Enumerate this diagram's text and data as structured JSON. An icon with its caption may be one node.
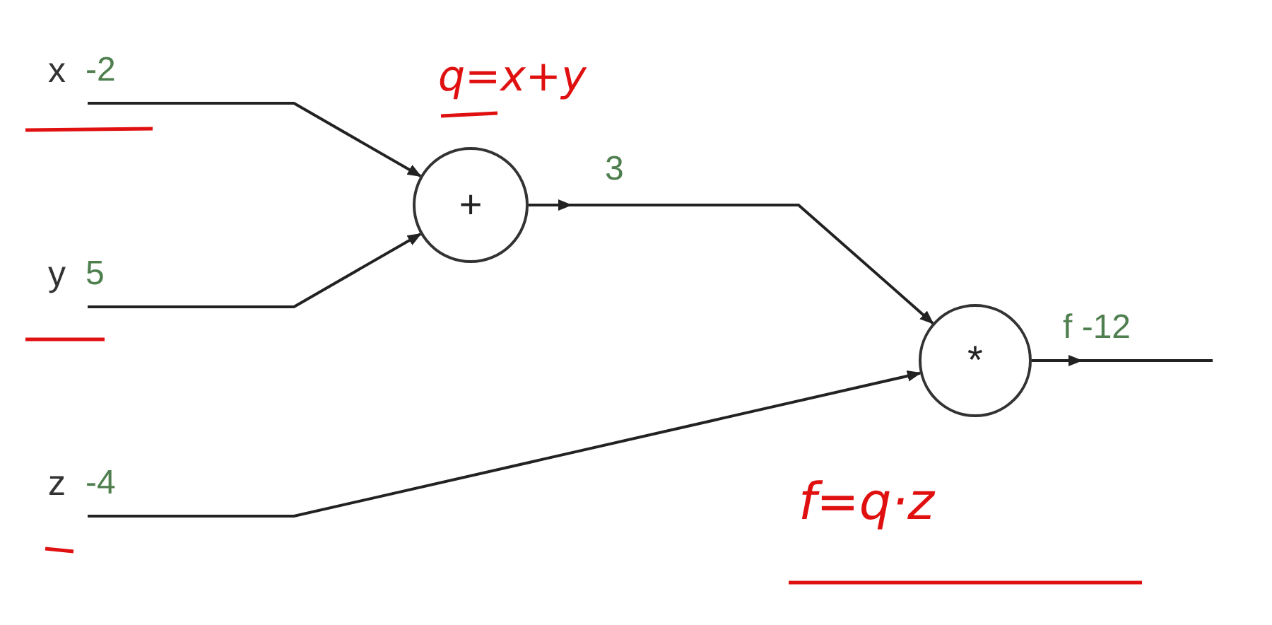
{
  "diagram": {
    "nodes": [
      {
        "text": [
          "x"
        ],
        "beside": [
          "-2"
        ]
      },
      {
        "text": [
          "y"
        ],
        "beside": [
          "5"
        ]
      },
      {
        "text": [
          "z"
        ],
        "beside": [
          "-4"
        ]
      },
      {
        "text": [
          "+"
        ]
      },
      {
        "text": [
          "*"
        ]
      }
    ],
    "edges": [
      {
        "from": 0,
        "to": 3,
        "arrow": "to"
      },
      {
        "from": 1,
        "to": 3,
        "arrow": "to"
      },
      {
        "from": 3,
        "to": 4,
        "arrow": "to",
        "label": "3"
      },
      {
        "from": 2,
        "to": 4,
        "arrow": "to"
      },
      {
        "from": 4,
        "to": null,
        "arrow": "to",
        "label": "f -12"
      }
    ],
    "labels": [
      "q=x+y",
      "f=q·z"
    ]
  }
}
